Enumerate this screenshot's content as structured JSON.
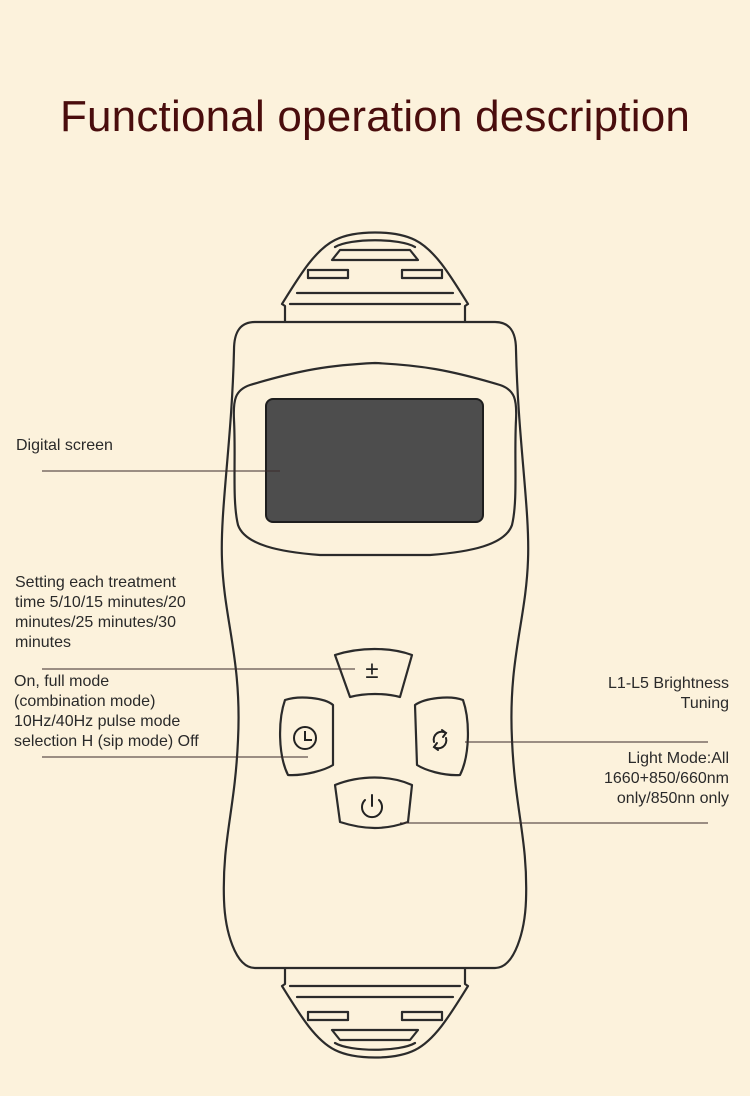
{
  "title": "Functional operation description",
  "labels": {
    "digital_screen": "Digital screen",
    "timer": [
      "Setting each treatment",
      "time 5/10/15 minutes/20",
      "minutes/25 minutes/30",
      "minutes"
    ],
    "mode": [
      "On, full mode",
      "(combination mode)",
      "10Hz/40Hz pulse mode",
      "selection H (sip mode) Off"
    ],
    "brightness": [
      "L1-L5 Brightness",
      "Tuning"
    ],
    "light_mode": [
      "Light Mode:All",
      "1660+850/660nm",
      "only/850nn only"
    ]
  },
  "buttons": {
    "plus_minus_glyph": "±"
  },
  "colors": {
    "background": "#fcf2dc",
    "title": "#4a0d0d",
    "outline": "#2b2b2b",
    "screen": "#4d4d4d"
  },
  "icons": [
    "plus-minus-icon",
    "clock-icon",
    "cycle-icon",
    "power-icon"
  ]
}
